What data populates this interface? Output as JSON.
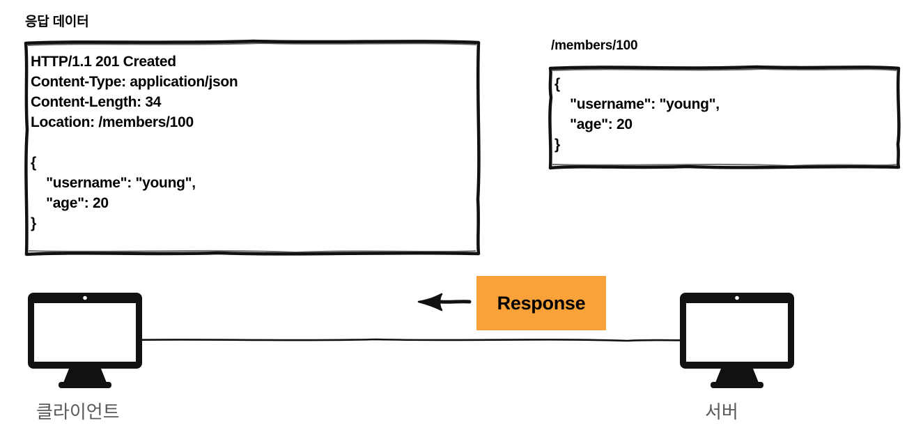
{
  "diagram": {
    "title_response_data": "응답 데이터",
    "title_resource_path": "/members/100"
  },
  "response_box": {
    "status_line": "HTTP/1.1 201 Created",
    "header_content_type": "Content-Type: application/json",
    "header_content_length": "Content-Length: 34",
    "header_location_key": "Location: ",
    "header_location_value": "/members/100",
    "body_open": "{",
    "body_username": "    \"username\": \"young\",",
    "body_age": "    \"age\": 20",
    "body_close": "}"
  },
  "resource_box": {
    "body_open": "{",
    "body_username": "    \"username\": \"young\",",
    "body_age": "    \"age\": 20",
    "body_close": "}"
  },
  "flow": {
    "tag_label": "Response",
    "tag_color": "#FAA23A",
    "arrow_direction": "left",
    "client_label": "클라이언트",
    "server_label": "서버",
    "label_color": "#595959",
    "stroke_color": "#111111"
  }
}
